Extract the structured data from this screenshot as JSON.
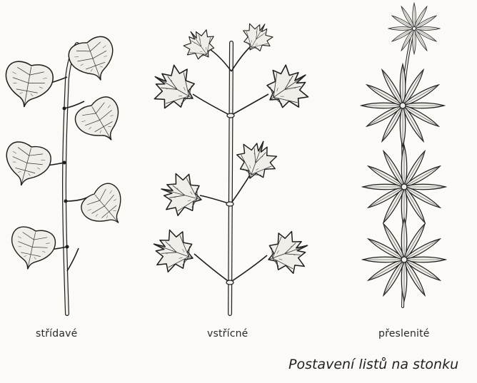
{
  "figure": {
    "labels": {
      "alternate": "střídavé",
      "opposite": "vstřícné",
      "whorled": "přeslenité"
    },
    "caption": "Postavení listů na stonku"
  }
}
